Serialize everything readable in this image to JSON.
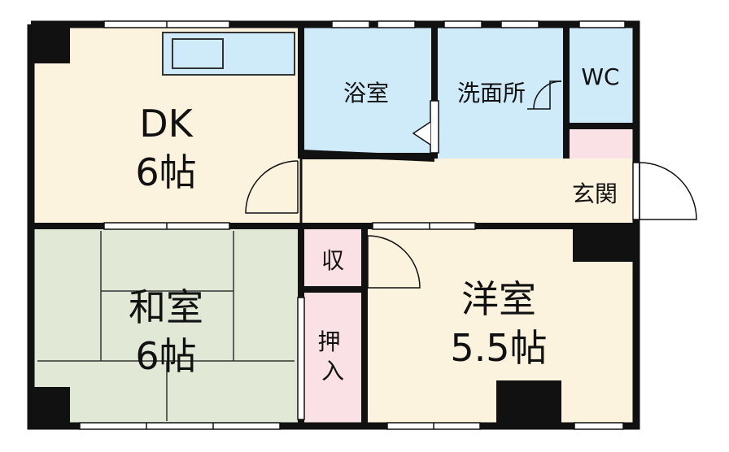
{
  "rooms": {
    "dk": {
      "name": "DK",
      "size": "6帖"
    },
    "washitsu": {
      "name": "和室",
      "size": "6帖"
    },
    "yoshitsu": {
      "name": "洋室",
      "size": "5.5帖"
    },
    "bath": {
      "name": "浴室"
    },
    "washroom": {
      "name": "洗面所"
    },
    "wc": {
      "name": "WC"
    },
    "entrance": {
      "name": "玄関"
    },
    "storage": {
      "name": "収"
    },
    "closet": {
      "name": "押入"
    }
  },
  "colors": {
    "dk": "#fbf3de",
    "washitsu": "#e1e8d6",
    "yoshitsu": "#fbf3de",
    "wet": "#cfeaf8",
    "storage": "#fae1e6",
    "wall": "#111111"
  }
}
